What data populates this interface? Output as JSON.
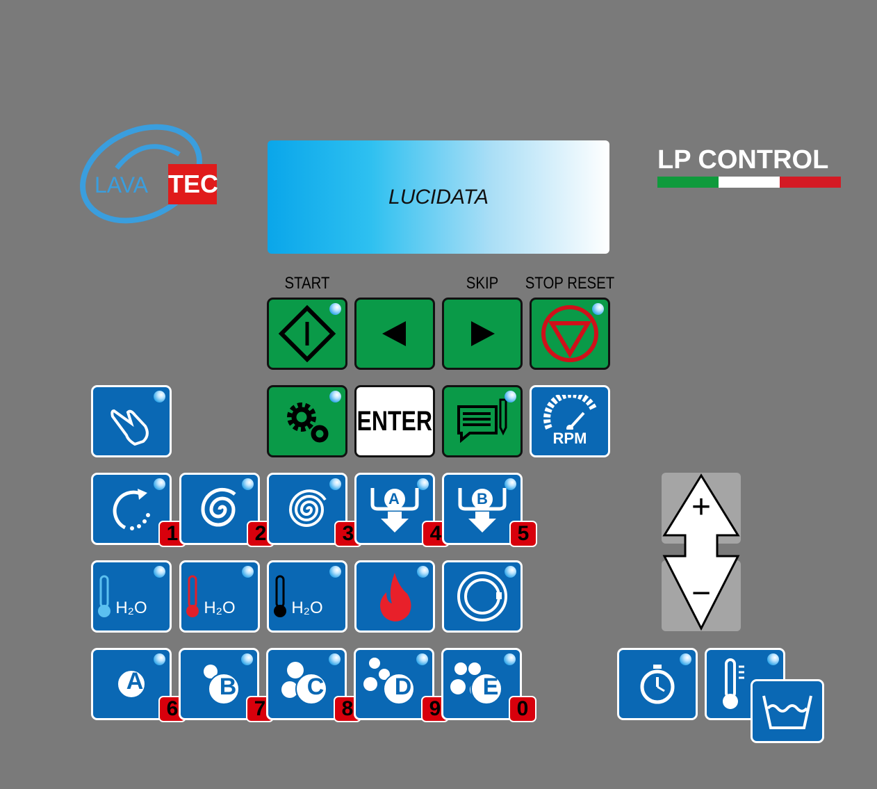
{
  "logos": {
    "left": {
      "part1": "LAVA",
      "part2": "TEC"
    },
    "right": {
      "text": "LP CONTROL",
      "flag_colors": [
        "#0f9a3c",
        "#ffffff",
        "#d41a24"
      ]
    }
  },
  "display": {
    "text": "LUCIDATA"
  },
  "labels": {
    "start": "START",
    "skip": "SKIP",
    "stop_reset": "STOP RESET"
  },
  "buttons": {
    "enter": "ENTER",
    "rpm": "RPM",
    "h2o": "H₂O"
  },
  "program_numbers": [
    "1",
    "2",
    "3",
    "4",
    "5"
  ],
  "detergent_letters": [
    "A",
    "B",
    "C",
    "D",
    "E"
  ],
  "detergent_numbers": [
    "6",
    "7",
    "8",
    "9",
    "0"
  ],
  "dosing_letters": [
    "A",
    "B"
  ],
  "updown": {
    "plus": "+",
    "minus": "−"
  },
  "colors": {
    "background": "#7a7a7a",
    "button_blue": "#0a68b4",
    "button_green": "#0a9a48",
    "badge_red": "#d8000c"
  }
}
